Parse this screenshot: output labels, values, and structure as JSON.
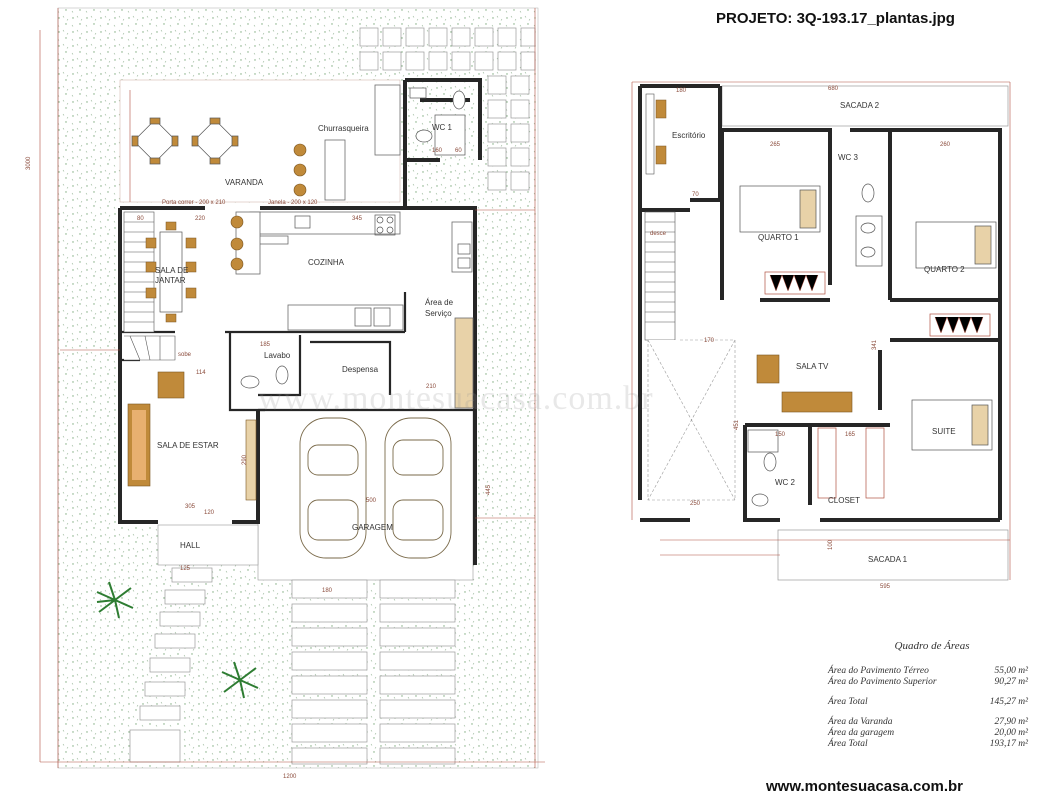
{
  "header": {
    "project": "PROJETO: 3Q-193.17_plantas.jpg"
  },
  "footer": {
    "site": "www.montesuacasa.com.br"
  },
  "watermark": "www.montesuacasa.com.br",
  "ground_floor": {
    "rooms": {
      "churrasqueira": "Churrasqueira",
      "wc1": "WC 1",
      "varanda": "VARANDA",
      "sala_jantar_1": "SALA DE",
      "sala_jantar_2": "JANTAR",
      "cozinha": "COZINHA",
      "area_servico_1": "Área de",
      "area_servico_2": "Serviço",
      "lavabo": "Lavabo",
      "despensa": "Despensa",
      "sala_estar": "SALA DE ESTAR",
      "garagem": "GARAGEM",
      "hall": "HALL"
    },
    "dims": {
      "d1200": "1200",
      "d3000": "3000",
      "d445": "445",
      "d500": "500",
      "d305": "305",
      "d220": "220",
      "d345": "345",
      "d185": "185",
      "d114": "114",
      "d290": "290",
      "d180": "180",
      "d125": "125",
      "d80": "80",
      "d160": "160",
      "d60": "60",
      "d210": "210",
      "d120": "120",
      "porta": "Porta correr - 200 x 210",
      "janela": "Janela - 200 x 120",
      "sobe": "sobe"
    }
  },
  "upper_floor": {
    "rooms": {
      "sacada2": "SACADA 2",
      "escritorio": "Escritório",
      "wc3": "WC 3",
      "quarto1": "QUARTO 1",
      "quarto2": "QUARTO 2",
      "sala_tv": "SALA TV",
      "suite": "SUITE",
      "wc2": "WC 2",
      "closet": "CLOSET",
      "sacada1": "SACADA 1"
    },
    "dims": {
      "d680": "680",
      "d595": "595",
      "d265": "265",
      "d260": "260",
      "d180": "180",
      "d150": "150",
      "d165": "165",
      "d250": "250",
      "d100": "100",
      "d341": "341",
      "d451": "451",
      "d170": "170",
      "d70": "70",
      "desce": "desce"
    }
  },
  "areas_table": {
    "title": "Quadro de Áreas",
    "rows": [
      {
        "label": "Área do Pavimento Térreo",
        "value": "55,00 m²"
      },
      {
        "label": "Área do Pavimento Superior",
        "value": "90,27 m²"
      },
      {
        "label": "Área Total",
        "value": "145,27 m²"
      },
      {
        "label": "Área da Varanda",
        "value": "27,90 m²"
      },
      {
        "label": "Área da garagem",
        "value": "20,00 m²"
      },
      {
        "label": "Área Total",
        "value": "193,17 m²"
      }
    ]
  },
  "colors": {
    "wall": "#262626",
    "dimension": "#b05040",
    "grass": "#7aa87a",
    "furniture": "#c08a3a",
    "wood": "#a06a2a",
    "paver": "#a0a0a0"
  }
}
